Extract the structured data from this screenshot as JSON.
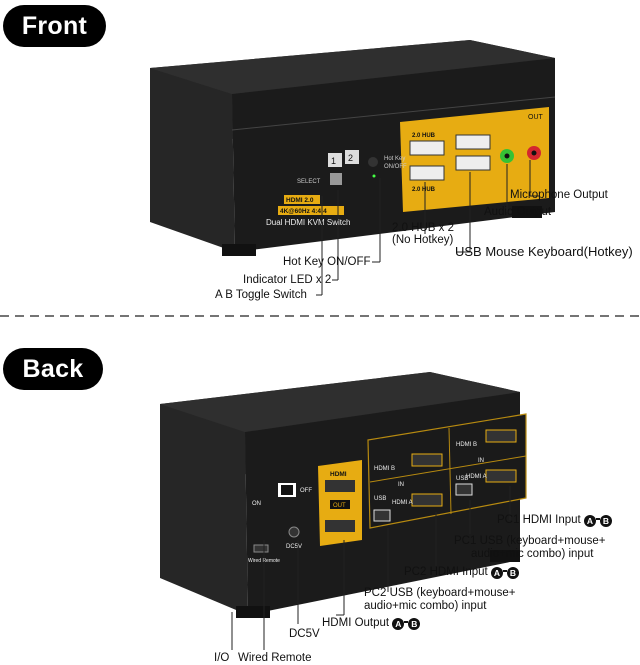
{
  "sections": {
    "front": "Front",
    "back": "Back"
  },
  "colors": {
    "panel_yellow": "#e7ac12",
    "case_black": "#1d1d1d",
    "audio_green": "#36c234",
    "mic_red": "#d4262e"
  },
  "front": {
    "device": {
      "select": "SELECT",
      "btn1": "1",
      "btn2": "2",
      "hotkey_line1": "Hot Key",
      "hotkey_line2": "ON/OFF",
      "badge_hdmi": "HDMI 2.0",
      "badge_specs": "4K@60Hz  4:4:4",
      "model": "Dual HDMI KVM Switch",
      "port_label_top": "2.0 HUB",
      "port_label_bottom": "2.0 HUB",
      "out_label": "OUT"
    },
    "labels": {
      "microphone_output": "Microphone Output",
      "audio_output": "Audio Output",
      "hub_line1": "2.0 HUB x 2",
      "hub_line2": "(No Hotkey)",
      "usb_mouse_keyboard": "USB Mouse Keyboard(Hotkey)",
      "hot_key": "Hot Key ON/OFF",
      "indicator_led": "Indicator LED x 2",
      "ab_toggle": "A B Toggle Switch"
    }
  },
  "back": {
    "device": {
      "on": "ON",
      "off": "OFF",
      "out_hdmi": "HDMI",
      "out": "OUT",
      "wired_remote": "Wired Remote",
      "dc5v": "DC5V",
      "hdmi_2b": "HDMI B",
      "hdmi_2a": "HDMI A",
      "hdmi_1b": "HDMI B",
      "hdmi_1a": "HDMI A",
      "usb2": "USB",
      "usb1": "USB",
      "in2": "IN",
      "in1": "IN"
    },
    "labels": {
      "pc1_hdmi": "PC1 HDMI Input",
      "pc1_usb_line1": "PC1 USB (keyboard+mouse+",
      "pc1_usb_line2": "audio+mic combo) input",
      "pc2_hdmi": "PC2 HDMI Input",
      "pc2_usb_line1": "PC2 USB (keyboard+mouse+",
      "pc2_usb_line2": "audio+mic combo) input",
      "hdmi_output": "HDMI Output",
      "dc5v": "DC5V",
      "io": "I/O",
      "wired_remote": "Wired Remote",
      "badge_a": "A",
      "badge_b": "B"
    }
  }
}
